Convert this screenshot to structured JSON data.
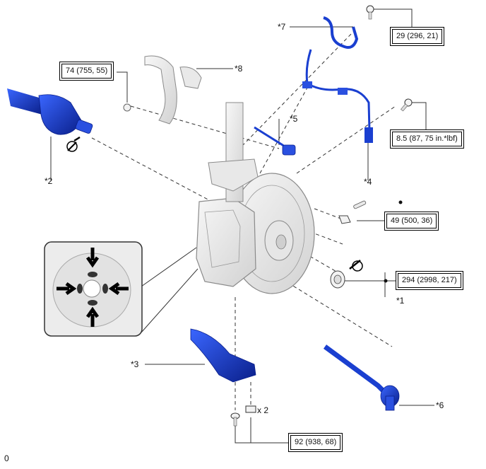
{
  "callouts": {
    "c1": "*1",
    "c2": "*2",
    "c3": "*3",
    "c4": "*4",
    "c5": "*5",
    "c6": "*6",
    "c7": "*7",
    "c8": "*8"
  },
  "torque": {
    "t_top": "29 (296, 21)",
    "t_stab": "74 (755, 55)",
    "t_sensor": "8.5 (87, 75 in.*lbf)",
    "t_pin": "49 (500, 36)",
    "t_hub": "294 (2998, 217)",
    "t_arm": "92 (938, 68)"
  },
  "qty": "x 2",
  "page_mark": "0",
  "colors": {
    "part_blue": "#1a3fd0",
    "part_blue_dark": "#0a1f8a",
    "line_gray": "#333333",
    "part_outline": "#8a8a8a",
    "part_fill": "#eeeeee"
  }
}
